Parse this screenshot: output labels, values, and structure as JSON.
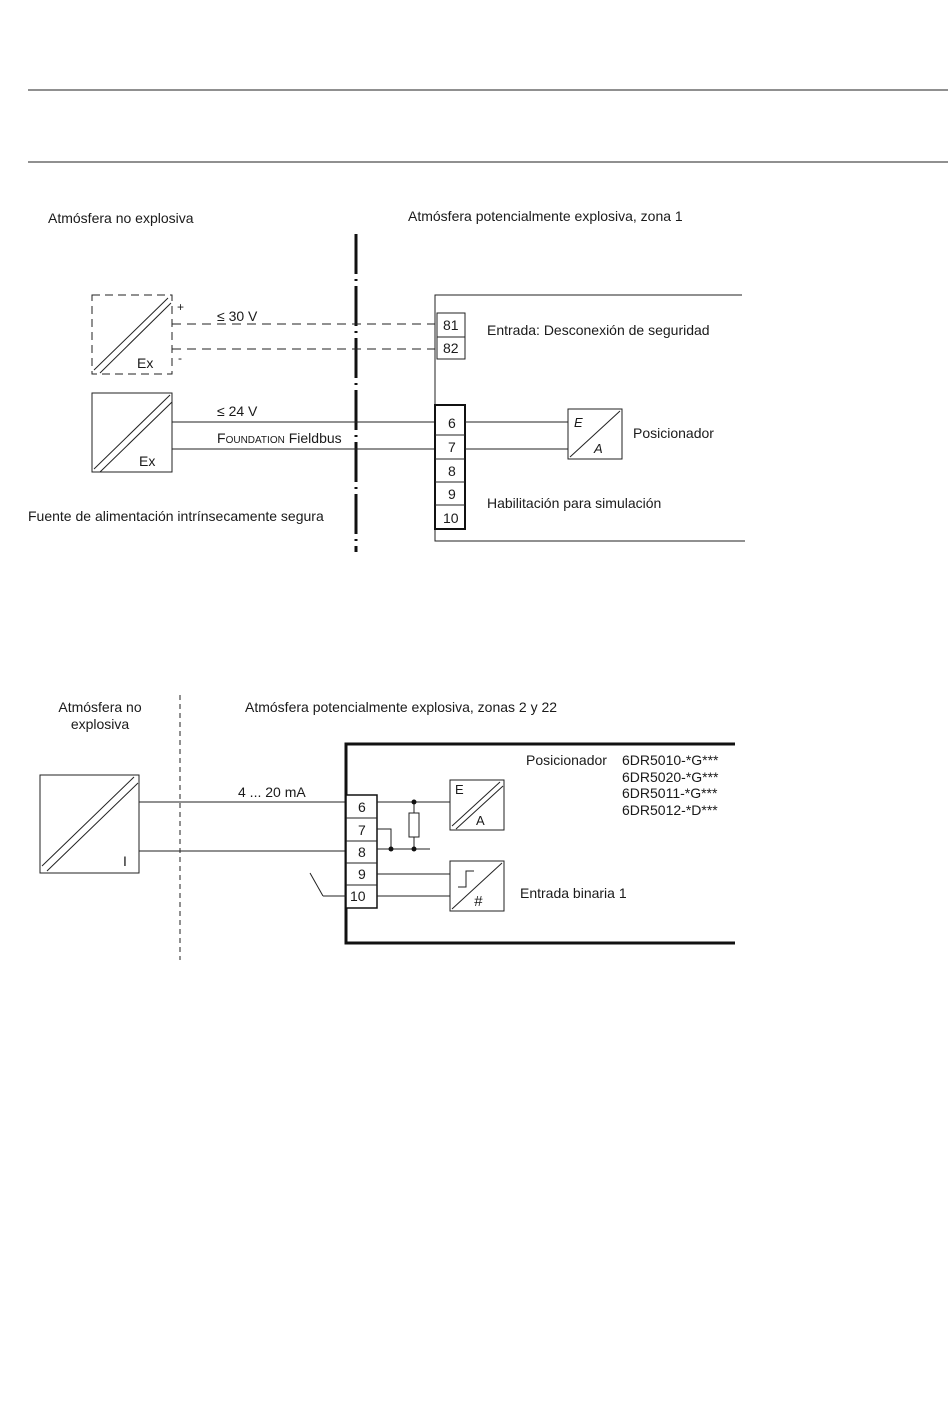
{
  "diagram1": {
    "label_left": "Atmósfera no explosiva",
    "label_right": "Atmósfera potencialmente explosiva, zona 1",
    "source_top_mark": "Ex",
    "plus": "+",
    "minus": "-",
    "voltage_top": "≤ 30 V",
    "terminal_81": "81",
    "terminal_82": "82",
    "input_label": "Entrada: Desconexión de seguridad",
    "source_bottom_mark": "Ex",
    "voltage_bottom": "≤ 24 V",
    "fieldbus_prefix_F": "F",
    "fieldbus_prefix_rest": "OUNDATION",
    "fieldbus_suffix": " Fieldbus",
    "terminals": [
      "6",
      "7",
      "8",
      "9",
      "10"
    ],
    "converter_top": "E",
    "converter_bottom": "A",
    "positioner": "Posicionador",
    "simulation": "Habilitación para simulación",
    "supply_label": "Fuente de alimentación intrínsecamente segura"
  },
  "diagram2": {
    "label_left_line1": "Atmósfera no",
    "label_left_line2": "explosiva",
    "label_right": "Atmósfera potencialmente explosiva, zonas 2 y 22",
    "source_mark": "I",
    "current": "4 ... 20 mA",
    "terminals": [
      "6",
      "7",
      "8",
      "9",
      "10"
    ],
    "converter_top": "E",
    "converter_bottom": "A",
    "positioner": "Posicionador",
    "models": [
      "6DR5010-*G***",
      "6DR5020-*G***",
      "6DR5011-*G***",
      "6DR5012-*D***"
    ],
    "binary_symbol": "#",
    "binary_input": "Entrada binaria 1"
  }
}
